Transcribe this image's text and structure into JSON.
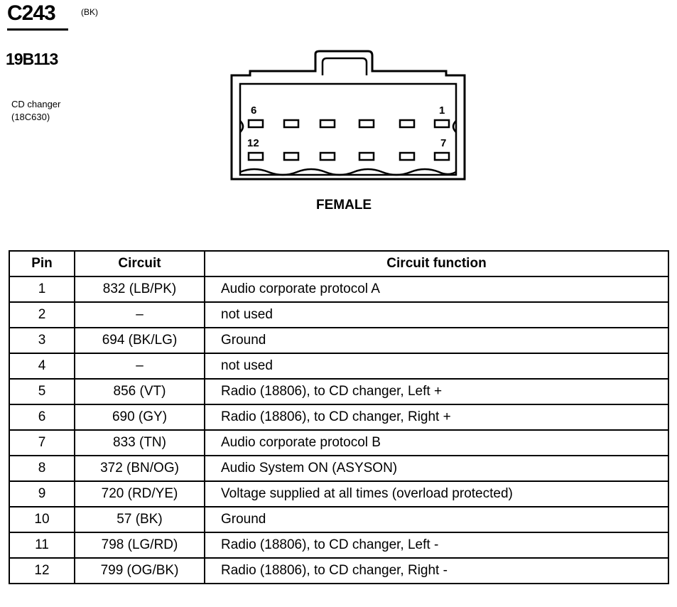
{
  "connector": {
    "id": "C243",
    "color": "(BK)",
    "part_number": "19B113",
    "component_name": "CD changer",
    "component_code": "(18C630)",
    "view_label": "FEMALE",
    "pin_labels": {
      "top_left": "6",
      "top_right": "1",
      "bottom_left": "12",
      "bottom_right": "7"
    }
  },
  "table": {
    "headers": {
      "pin": "Pin",
      "circuit": "Circuit",
      "function": "Circuit function"
    },
    "rows": [
      {
        "pin": "1",
        "circuit": "832 (LB/PK)",
        "function": "Audio corporate protocol A"
      },
      {
        "pin": "2",
        "circuit": "–",
        "function": "not used"
      },
      {
        "pin": "3",
        "circuit": "694 (BK/LG)",
        "function": "Ground"
      },
      {
        "pin": "4",
        "circuit": "–",
        "function": "not used"
      },
      {
        "pin": "5",
        "circuit": "856 (VT)",
        "function": "Radio (18806), to CD changer, Left +"
      },
      {
        "pin": "6",
        "circuit": "690 (GY)",
        "function": "Radio (18806), to CD changer, Right +"
      },
      {
        "pin": "7",
        "circuit": "833 (TN)",
        "function": "Audio corporate protocol B"
      },
      {
        "pin": "8",
        "circuit": "372 (BN/OG)",
        "function": "Audio System ON (ASYSON)"
      },
      {
        "pin": "9",
        "circuit": "720 (RD/YE)",
        "function": "Voltage supplied at all times (overload protected)"
      },
      {
        "pin": "10",
        "circuit": "57 (BK)",
        "function": "Ground"
      },
      {
        "pin": "11",
        "circuit": "798 (LG/RD)",
        "function": "Radio (18806), to CD changer, Left -"
      },
      {
        "pin": "12",
        "circuit": "799 (OG/BK)",
        "function": "Radio (18806), to CD changer, Right -"
      }
    ]
  }
}
